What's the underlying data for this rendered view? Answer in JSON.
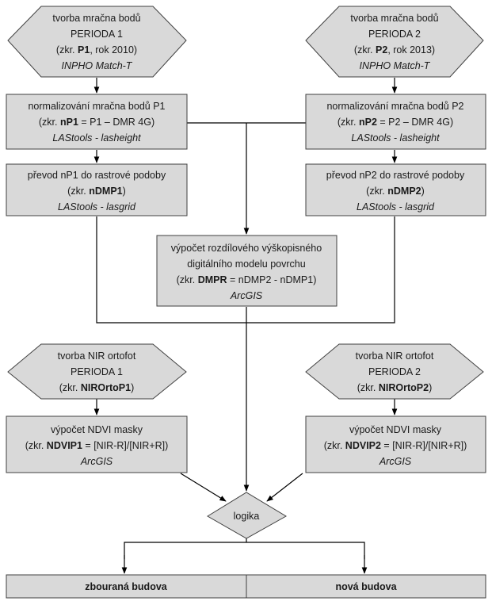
{
  "nodes": {
    "hex_p1": {
      "lines": [
        [
          {
            "t": "tvorba mračna bodů"
          }
        ],
        [
          {
            "t": "PERIODA 1"
          }
        ],
        [
          {
            "t": "(zkr. "
          },
          {
            "t": "P1",
            "b": true
          },
          {
            "t": ", rok 2010)"
          }
        ],
        [
          {
            "t": "INPHO Match-T",
            "i": true
          }
        ]
      ]
    },
    "hex_p2": {
      "lines": [
        [
          {
            "t": "tvorba mračna bodů"
          }
        ],
        [
          {
            "t": "PERIODA 2"
          }
        ],
        [
          {
            "t": "(zkr. "
          },
          {
            "t": "P2",
            "b": true
          },
          {
            "t": ", rok 2013)"
          }
        ],
        [
          {
            "t": "INPHO Match-T",
            "i": true
          }
        ]
      ]
    },
    "norm_p1": {
      "lines": [
        [
          {
            "t": "normalizování mračna bodů P1"
          }
        ],
        [
          {
            "t": "(zkr. "
          },
          {
            "t": "nP1",
            "b": true
          },
          {
            "t": " = P1 – DMR 4G)"
          }
        ],
        [
          {
            "t": "LAStools - lasheight",
            "i": true
          }
        ]
      ]
    },
    "norm_p2": {
      "lines": [
        [
          {
            "t": "normalizování mračna bodů P2"
          }
        ],
        [
          {
            "t": "(zkr. "
          },
          {
            "t": "nP2",
            "b": true
          },
          {
            "t": " = P2 – DMR 4G)"
          }
        ],
        [
          {
            "t": "LAStools - lasheight",
            "i": true
          }
        ]
      ]
    },
    "raster_p1": {
      "lines": [
        [
          {
            "t": "převod nP1 do rastrové podoby"
          }
        ],
        [
          {
            "t": "(zkr. "
          },
          {
            "t": "nDMP1",
            "b": true
          },
          {
            "t": ")"
          }
        ],
        [
          {
            "t": "LAStools - lasgrid",
            "i": true
          }
        ]
      ]
    },
    "raster_p2": {
      "lines": [
        [
          {
            "t": "převod nP2 do rastrové podoby"
          }
        ],
        [
          {
            "t": "(zkr. "
          },
          {
            "t": "nDMP2",
            "b": true
          },
          {
            "t": ")"
          }
        ],
        [
          {
            "t": "LAStools - lasgrid",
            "i": true
          }
        ]
      ]
    },
    "dmpr": {
      "lines": [
        [
          {
            "t": "výpočet rozdílového výškopisného"
          }
        ],
        [
          {
            "t": "digitálního modelu povrchu"
          }
        ],
        [
          {
            "t": "(zkr. "
          },
          {
            "t": "DMPR",
            "b": true
          },
          {
            "t": " = nDMP2 - nDMP1)"
          }
        ],
        [
          {
            "t": "ArcGIS",
            "i": true
          }
        ]
      ]
    },
    "nir_p1": {
      "lines": [
        [
          {
            "t": "tvorba NIR ortofot"
          }
        ],
        [
          {
            "t": "PERIODA 1"
          }
        ],
        [
          {
            "t": "(zkr. "
          },
          {
            "t": "NIROrtoP1",
            "b": true
          },
          {
            "t": ")"
          }
        ]
      ]
    },
    "nir_p2": {
      "lines": [
        [
          {
            "t": "tvorba NIR ortofot"
          }
        ],
        [
          {
            "t": "PERIODA 2"
          }
        ],
        [
          {
            "t": "(zkr. "
          },
          {
            "t": "NIROrtoP2",
            "b": true
          },
          {
            "t": ")"
          }
        ]
      ]
    },
    "ndvi_p1": {
      "lines": [
        [
          {
            "t": "výpočet NDVI masky"
          }
        ],
        [
          {
            "t": "(zkr. "
          },
          {
            "t": "NDVIP1",
            "b": true
          },
          {
            "t": " = [NIR-R]/[NIR+R])"
          }
        ],
        [
          {
            "t": "ArcGIS",
            "i": true
          }
        ]
      ]
    },
    "ndvi_p2": {
      "lines": [
        [
          {
            "t": "výpočet NDVI masky"
          }
        ],
        [
          {
            "t": "(zkr. "
          },
          {
            "t": "NDVIP2",
            "b": true
          },
          {
            "t": " = [NIR-R]/[NIR+R])"
          }
        ],
        [
          {
            "t": "ArcGIS",
            "i": true
          }
        ]
      ]
    },
    "logika": {
      "lines": [
        [
          {
            "t": "logika"
          }
        ]
      ]
    },
    "out_demolished": {
      "lines": [
        [
          {
            "t": "zbouraná budova",
            "b": true
          }
        ]
      ]
    },
    "out_new": {
      "lines": [
        [
          {
            "t": "nová budova",
            "b": true
          }
        ]
      ]
    }
  }
}
